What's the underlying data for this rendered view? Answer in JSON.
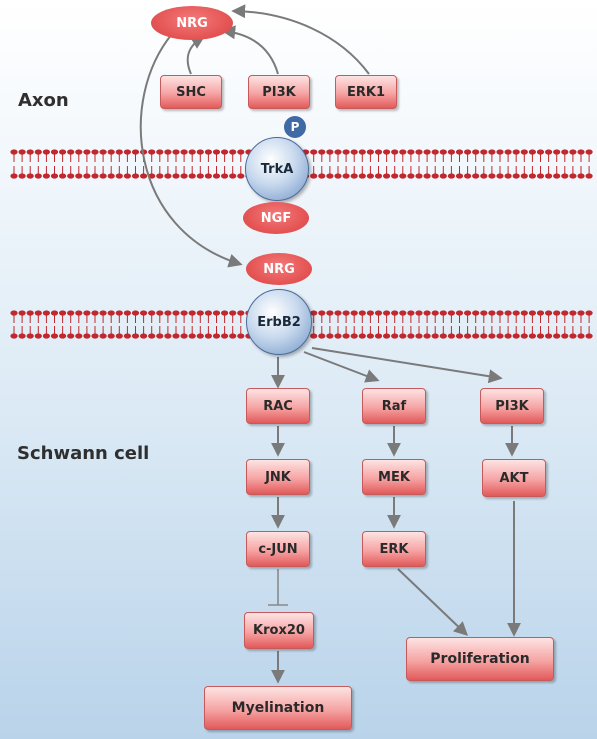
{
  "regions": {
    "axon": "Axon",
    "schwann": "Schwann cell"
  },
  "nodes": {
    "nrg_top": "NRG",
    "shc": "SHC",
    "pi3k_axon": "PI3K",
    "erk1": "ERK1",
    "trka": "TrkA",
    "phospho": "P",
    "ngf": "NGF",
    "nrg_mid": "NRG",
    "erbb2": "ErbB2",
    "rac": "RAC",
    "jnk": "JNK",
    "cjun": "c-JUN",
    "krox20": "Krox20",
    "myelination": "Myelination",
    "raf": "Raf",
    "mek": "MEK",
    "erk": "ERK",
    "pi3k_schwann": "PI3K",
    "akt": "AKT",
    "proliferation": "Proliferation"
  },
  "edges": [
    {
      "from": "shc",
      "to": "nrg_top",
      "type": "activation"
    },
    {
      "from": "pi3k_axon",
      "to": "nrg_top",
      "type": "activation"
    },
    {
      "from": "erk1",
      "to": "nrg_top",
      "type": "activation"
    },
    {
      "from": "nrg_top",
      "to": "nrg_mid",
      "type": "activation"
    },
    {
      "from": "erbb2",
      "to": "rac",
      "type": "activation"
    },
    {
      "from": "erbb2",
      "to": "raf",
      "type": "activation"
    },
    {
      "from": "erbb2",
      "to": "pi3k_schwann",
      "type": "activation"
    },
    {
      "from": "rac",
      "to": "jnk",
      "type": "activation"
    },
    {
      "from": "jnk",
      "to": "cjun",
      "type": "activation"
    },
    {
      "from": "cjun",
      "to": "krox20",
      "type": "inhibition"
    },
    {
      "from": "krox20",
      "to": "myelination",
      "type": "activation"
    },
    {
      "from": "raf",
      "to": "mek",
      "type": "activation"
    },
    {
      "from": "mek",
      "to": "erk",
      "type": "activation"
    },
    {
      "from": "erk",
      "to": "proliferation",
      "type": "activation"
    },
    {
      "from": "pi3k_schwann",
      "to": "akt",
      "type": "activation"
    },
    {
      "from": "akt",
      "to": "proliferation",
      "type": "activation"
    }
  ],
  "colors": {
    "box_light": "#fde3e3",
    "box_mid": "#f6a3a3",
    "box_dark": "#e25a5a",
    "ligand": "#e65656",
    "receptor": "#8aa8d6",
    "phospho": "#3f6aa3",
    "arrow": "#7a7a7a",
    "membrane": "#c0282e",
    "background_top": "#ffffff",
    "background_bottom": "#b9d3ea"
  }
}
